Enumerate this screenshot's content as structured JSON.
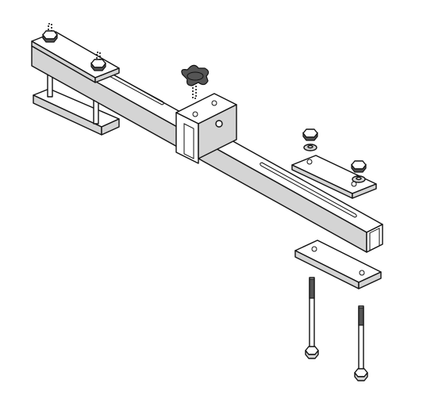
{
  "figure": {
    "subject": "adjustable-slotted-bar-mounting-bracket-exploded-view",
    "colors": {
      "line": "#111111",
      "shade": "#d4d4d4",
      "background": "#ffffff"
    },
    "parts": [
      {
        "name": "main-square-tube-bar",
        "slots": 2
      },
      {
        "name": "left-clamp-top-plate",
        "nuts": 2
      },
      {
        "name": "left-clamp-bottom-plate",
        "studs": 2
      },
      {
        "name": "sliding-saddle-bracket"
      },
      {
        "name": "star-knob-screw"
      },
      {
        "name": "right-clamp-top-plate",
        "nuts": 2,
        "washers": 2
      },
      {
        "name": "right-clamp-bottom-plate"
      },
      {
        "name": "long-hex-bolt",
        "count": 2
      }
    ]
  }
}
